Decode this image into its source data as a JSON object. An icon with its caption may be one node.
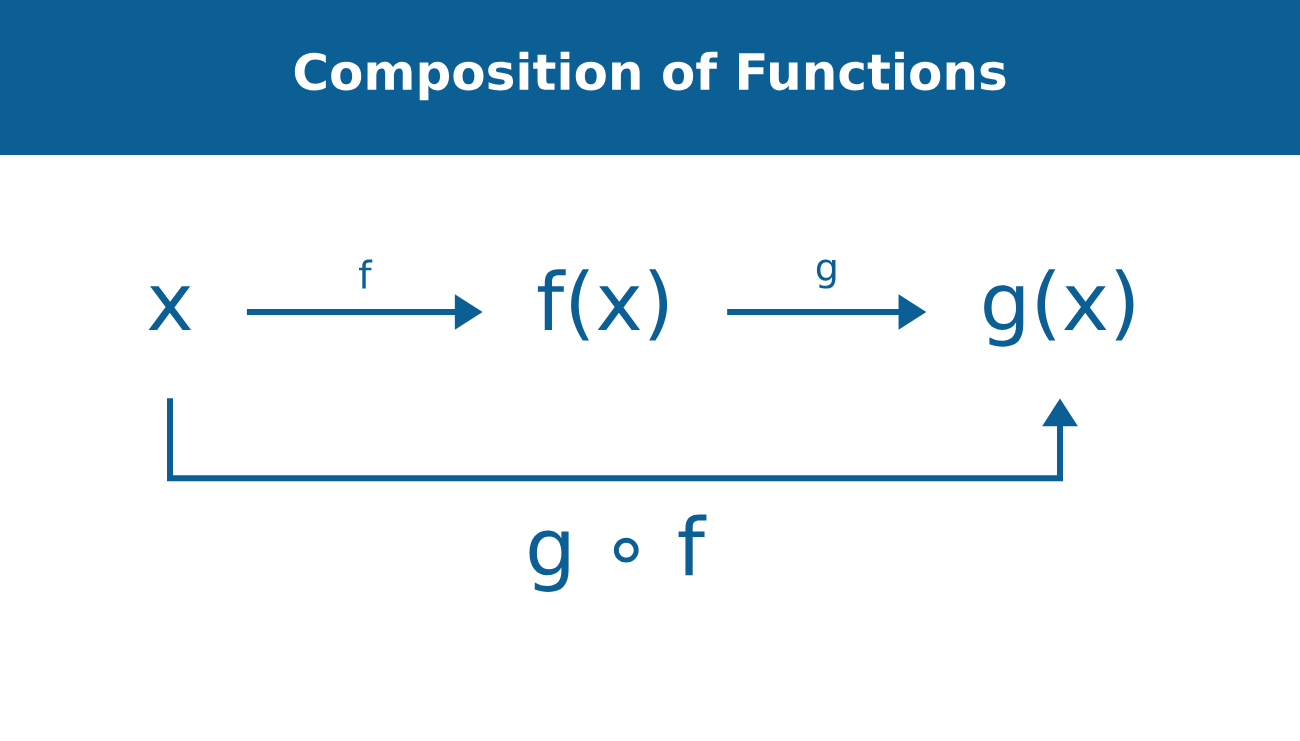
{
  "diagram": {
    "title": "Composition of Functions",
    "nodes": [
      {
        "text": [
          "x"
        ]
      },
      {
        "text": [
          "f(x)"
        ]
      },
      {
        "text": [
          "g(x)"
        ]
      }
    ],
    "edges": [
      {
        "from": 0,
        "to": 1,
        "arrow": "to",
        "label": "f"
      },
      {
        "from": 1,
        "to": 2,
        "arrow": "to",
        "label": "g"
      },
      {
        "from": 0,
        "to": 2,
        "arrow": "to",
        "label": "g ∘ f"
      }
    ]
  }
}
